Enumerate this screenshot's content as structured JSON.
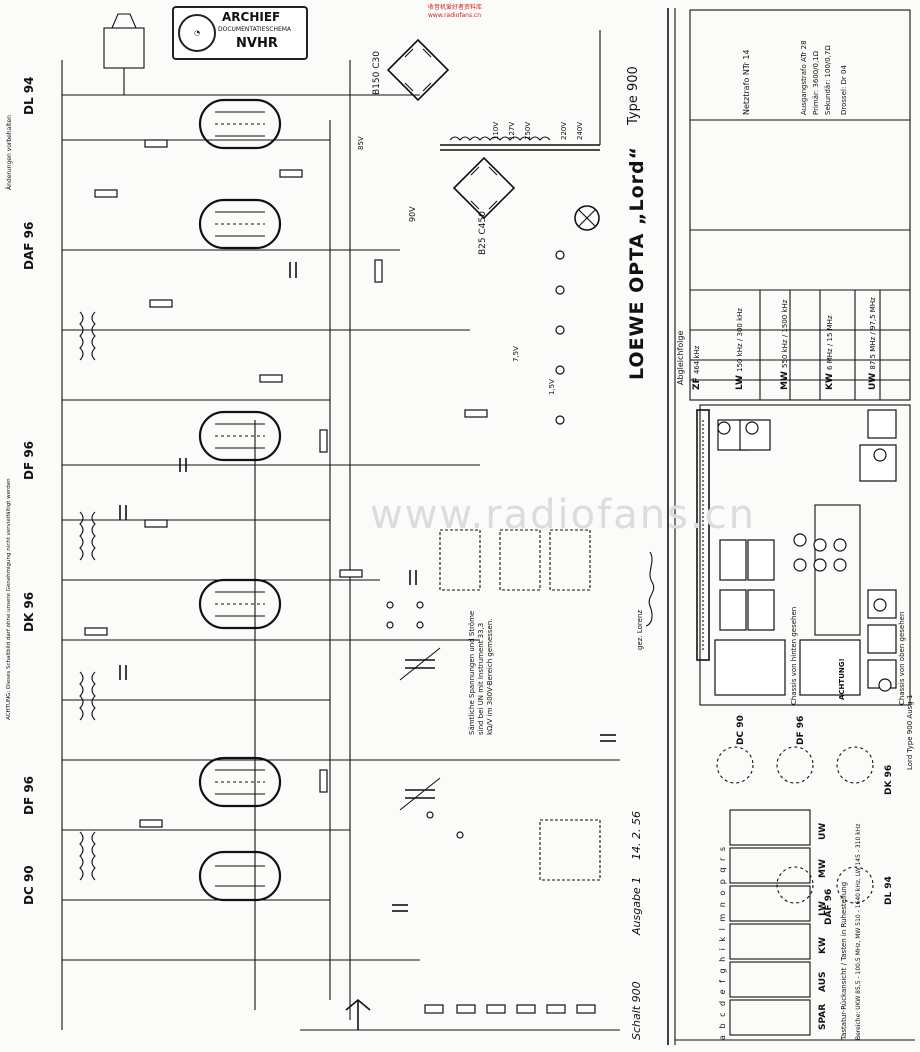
{
  "stamp": {
    "org": "ARCHIEF",
    "sub": "DOCUMENTATIESCHEMA",
    "code": "NVHR"
  },
  "header_red": {
    "line1": "收音机爱好者资料库",
    "line2": "www.radiofans.cn"
  },
  "watermark": "www.radiofans.cn",
  "left_notice": {
    "line1": "Änderungen vorbehalten",
    "line2": "ACHTUNG: Dieses Schaltbild darf ohne unsere Genehmigung nicht vervielfältigt werden"
  },
  "tubes": [
    {
      "ref": "DL 94"
    },
    {
      "ref": "DAF 96"
    },
    {
      "ref": "DF 96"
    },
    {
      "ref": "DK 96"
    },
    {
      "ref": "DF 96"
    },
    {
      "ref": "DC 90"
    }
  ],
  "title_block": {
    "brand": "LOEWE OPTA",
    "model": "„Lord“",
    "type": "Type 900",
    "schematic": "Schalt 900",
    "date": "14. 2. 56",
    "edition": "Ausgabe 1",
    "sig": "gez. Lorenz"
  },
  "rectifier": {
    "top": "B150 C30",
    "bottom": "B25 C450",
    "lamp": "90V"
  },
  "measurement_note": "Sämtliche Spannungen und Ströme sind bei UN mit Instrument 33,3 kΩ/V im 300V-Bereich gemessen.",
  "band_table": {
    "title": "Abgleichfolge",
    "rows": [
      {
        "band": "ZF",
        "freq": "464 kHz"
      },
      {
        "band": "LW",
        "freq": "150 kHz / 300 kHz"
      },
      {
        "band": "MW",
        "freq": "550 kHz / 1500 kHz"
      },
      {
        "band": "KW",
        "freq": "6 MHz / 15 MHz"
      },
      {
        "band": "UW",
        "freq": "87,5 MHz / 97,5 MHz"
      }
    ]
  },
  "coil_table_head": "Netztrafo NTr 14",
  "coil_table_sub": [
    "Ausgangstrafo ATr 28",
    "Primär: 3600/0,1Ω",
    "Sekundär: 100/0,7Ω",
    "Drossel: Dr 04"
  ],
  "bottom_right": {
    "lord": "Lord",
    "type": "Type 900",
    "ausg": "Ausg 1"
  },
  "switch_panel": {
    "letters": "a b c d e f g h i k l m n o p q r s",
    "labels": [
      "UW",
      "MW",
      "LW",
      "KW",
      "AUS",
      "SPAR"
    ],
    "note": "Tastatur-Rückansicht / Tasten in Ruhestellung",
    "bereich": "Bereiche: UKW 85,5 - 100,5 MHz, MW 510 - 1640 kHz, LW 145 - 310 kHz"
  },
  "sockets": [
    "DC 90",
    "DF 96",
    "DK 96",
    "DL 94",
    "DAF 96"
  ],
  "chassis": {
    "top": "Chassis von hinten gesehen",
    "bottom": "Chassis von oben gesehen",
    "warn": "ACHTUNG!"
  },
  "voltages": [
    "85V",
    "110V",
    "127V",
    "150V",
    "220V",
    "240V",
    "1,5V",
    "7,5V"
  ]
}
